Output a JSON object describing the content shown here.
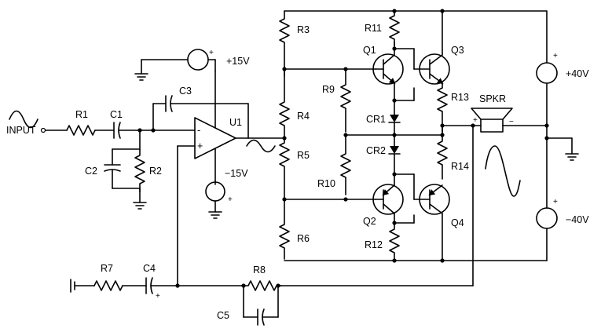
{
  "labels": {
    "input": "INPUT",
    "r1": "R1",
    "c1": "C1",
    "c2": "C2",
    "r2": "R2",
    "c3": "C3",
    "u1": "U1",
    "plus15": "+15V",
    "minus15": "−15V",
    "r3": "R3",
    "r4": "R4",
    "r5": "R5",
    "r6": "R6",
    "r9": "R9",
    "r10": "R10",
    "r11": "R11",
    "r12": "R12",
    "r13": "R13",
    "r14": "R14",
    "q1": "Q1",
    "q2": "Q2",
    "q3": "Q3",
    "q4": "Q4",
    "cr1": "CR1",
    "cr2": "CR2",
    "spkr": "SPKR",
    "plus40": "+40V",
    "minus40": "−40V",
    "r7": "R7",
    "c4": "C4",
    "r8": "R8",
    "c5": "C5"
  },
  "polarity": {
    "plus": "+",
    "minus": "−",
    "opamp_inverting": "-",
    "opamp_noninverting": "+"
  }
}
